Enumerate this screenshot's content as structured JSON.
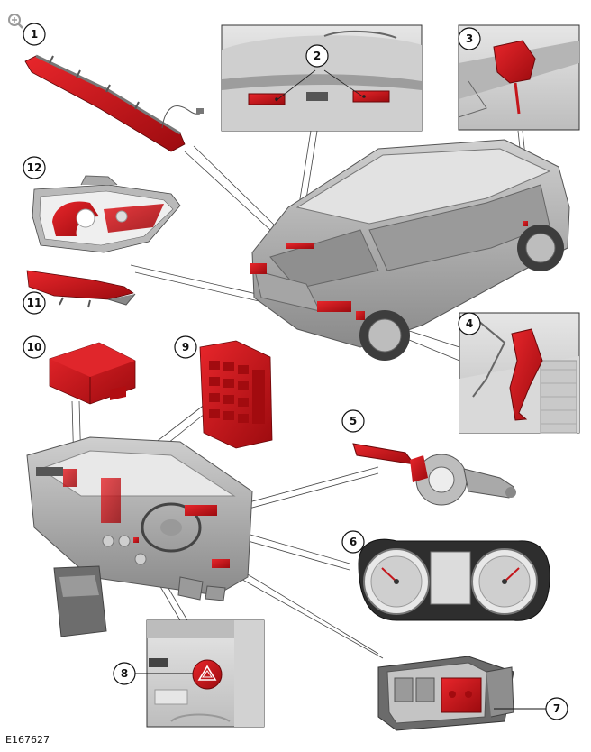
{
  "figure": {
    "reference": "E167627",
    "callouts": [
      {
        "n": "1"
      },
      {
        "n": "2"
      },
      {
        "n": "3"
      },
      {
        "n": "4"
      },
      {
        "n": "5"
      },
      {
        "n": "6"
      },
      {
        "n": "7"
      },
      {
        "n": "8"
      },
      {
        "n": "9"
      },
      {
        "n": "10"
      },
      {
        "n": "11"
      },
      {
        "n": "12"
      }
    ]
  },
  "colors": {
    "highlight": "#d40f14",
    "highlight_dark": "#8e0a0d",
    "grey_light": "#d6d6d6",
    "grey_mid": "#a9a9a9",
    "grey_dark": "#6f6f6f",
    "line": "#333333"
  },
  "icons": {
    "zoom": "zoom-in-icon",
    "hazard": "hazard-triangle-icon"
  }
}
